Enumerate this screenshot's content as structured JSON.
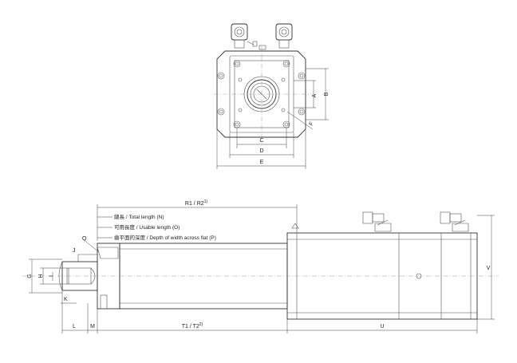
{
  "top_view": {
    "labels": {
      "A": "A",
      "B": "B",
      "C": "C",
      "D": "D",
      "E": "E",
      "F": "F"
    }
  },
  "side_view": {
    "top_dim": "R1 / R2",
    "top_dim_sup": "1)",
    "notes": [
      "總長 / Total length (N)",
      "可用長度 / Usable length (O)",
      "齒平面的深度 / Depth of width across flat (P)"
    ],
    "labels": {
      "G": "G",
      "H": "H",
      "I": "I",
      "J": "J",
      "K": "K",
      "Q": "Q",
      "V": "V",
      "L": "L",
      "M": "M",
      "U": "U"
    },
    "bottom_dim": "T1 / T2",
    "bottom_dim_sup": "2)"
  }
}
